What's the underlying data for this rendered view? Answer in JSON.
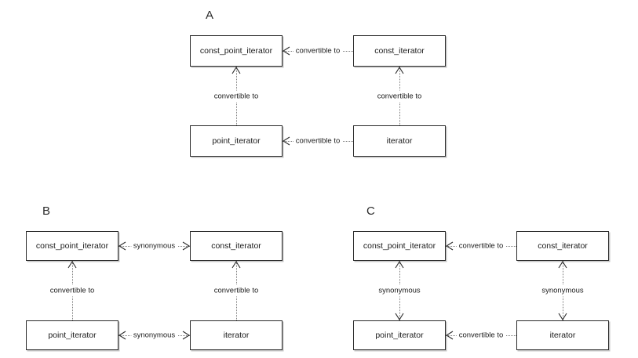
{
  "figure": {
    "background": "#ffffff",
    "line_color": "#7a7a7a",
    "box_border_color": "#2b2b2b",
    "text_color": "#1a1a1a"
  },
  "panels": [
    {
      "label": "A",
      "nodes": {
        "top_left": "const_point_iterator",
        "top_right": "const_iterator",
        "bottom_left": "point_iterator",
        "bottom_right": "iterator"
      },
      "edges": {
        "top_horizontal": {
          "label": "convertible to",
          "direction": "left"
        },
        "bottom_horizontal": {
          "label": "convertible to",
          "direction": "left"
        },
        "left_vertical": {
          "label": "convertible to",
          "direction": "up"
        },
        "right_vertical": {
          "label": "convertible to",
          "direction": "up"
        }
      }
    },
    {
      "label": "B",
      "nodes": {
        "top_left": "const_point_iterator",
        "top_right": "const_iterator",
        "bottom_left": "point_iterator",
        "bottom_right": "iterator"
      },
      "edges": {
        "top_horizontal": {
          "label": "synonymous",
          "direction": "both"
        },
        "bottom_horizontal": {
          "label": "synonymous",
          "direction": "both"
        },
        "left_vertical": {
          "label": "convertible to",
          "direction": "up"
        },
        "right_vertical": {
          "label": "convertible to",
          "direction": "up"
        }
      }
    },
    {
      "label": "C",
      "nodes": {
        "top_left": "const_point_iterator",
        "top_right": "const_iterator",
        "bottom_left": "point_iterator",
        "bottom_right": "iterator"
      },
      "edges": {
        "top_horizontal": {
          "label": "convertible to",
          "direction": "left"
        },
        "bottom_horizontal": {
          "label": "convertible to",
          "direction": "left"
        },
        "left_vertical": {
          "label": "synonymous",
          "direction": "both"
        },
        "right_vertical": {
          "label": "synonymous",
          "direction": "both"
        }
      }
    }
  ]
}
